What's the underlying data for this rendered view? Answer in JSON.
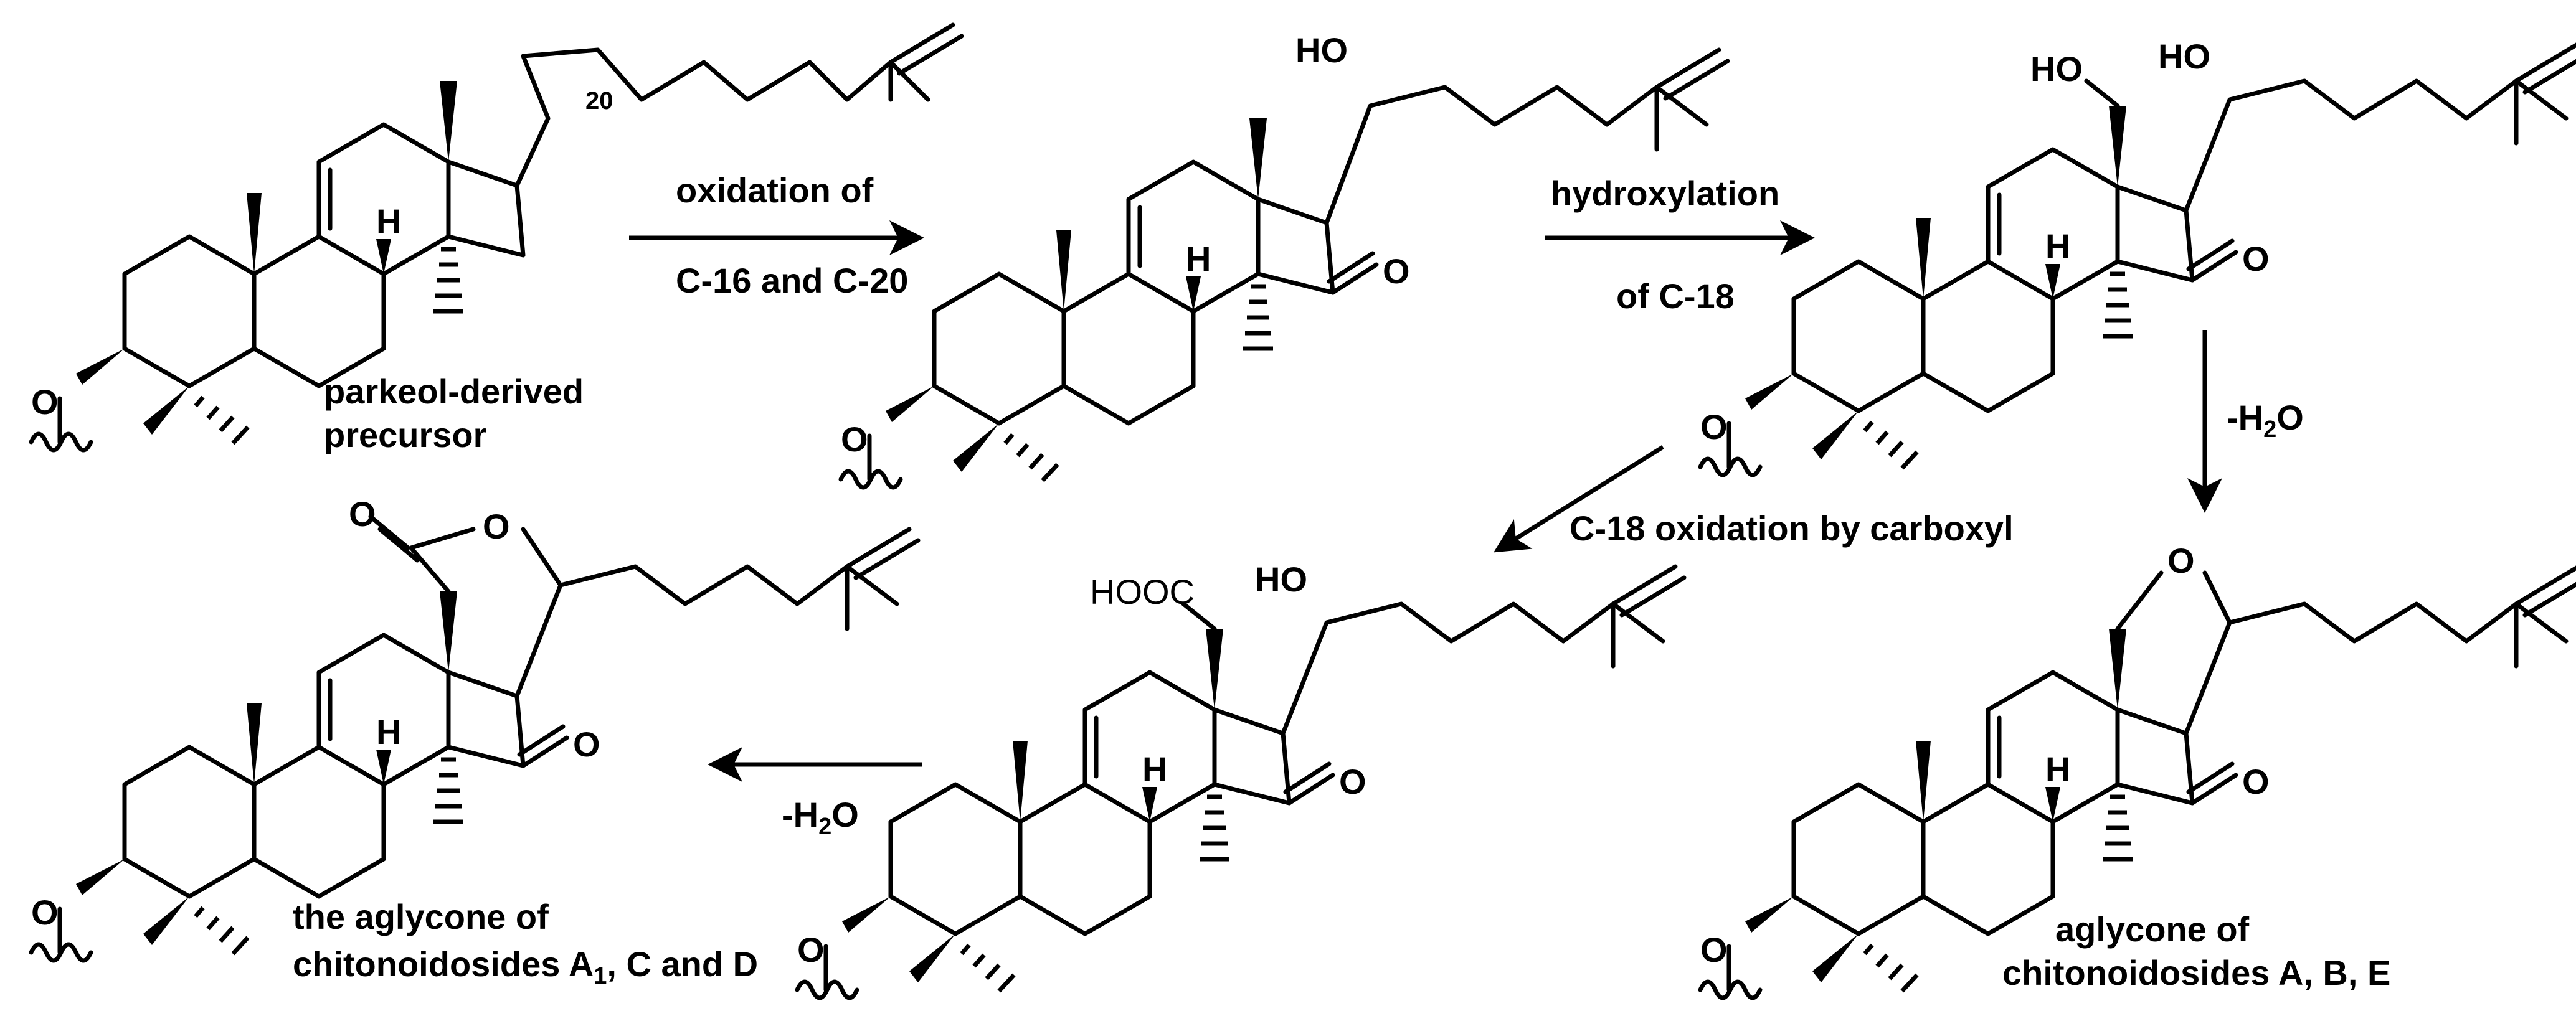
{
  "locant_c20": "20",
  "atoms": {
    "O": "O",
    "H": "H",
    "HO": "HO",
    "HOOC": "HOOC",
    "H2O_minus": "-H",
    "sub2": "2"
  },
  "compounds": {
    "precursor": {
      "line1": "parkeol-derived",
      "line2": "precursor"
    },
    "aglycone_abe": {
      "line1": "aglycone of",
      "line2": "chitonoidosides A, B, E"
    },
    "aglycone_a1cd": {
      "line1": "the aglycone of",
      "line2_pre": "chitonoidosides A",
      "line2_sub": "1",
      "line2_post": ", C and D"
    }
  },
  "steps": {
    "step1": {
      "line1": "oxidation of",
      "line2": "C-16 and C-20"
    },
    "step2": {
      "line1": "hydroxylation",
      "line2": "of C-18"
    },
    "step3": {
      "minus": "-H",
      "sub": "2",
      "post": "O"
    },
    "step4": {
      "text": "C-18 oxidation by carboxyl"
    },
    "step5": {
      "minus": "-H",
      "sub": "2",
      "post": "O"
    }
  },
  "colors": {
    "ink": "#000000",
    "background": "#ffffff"
  }
}
